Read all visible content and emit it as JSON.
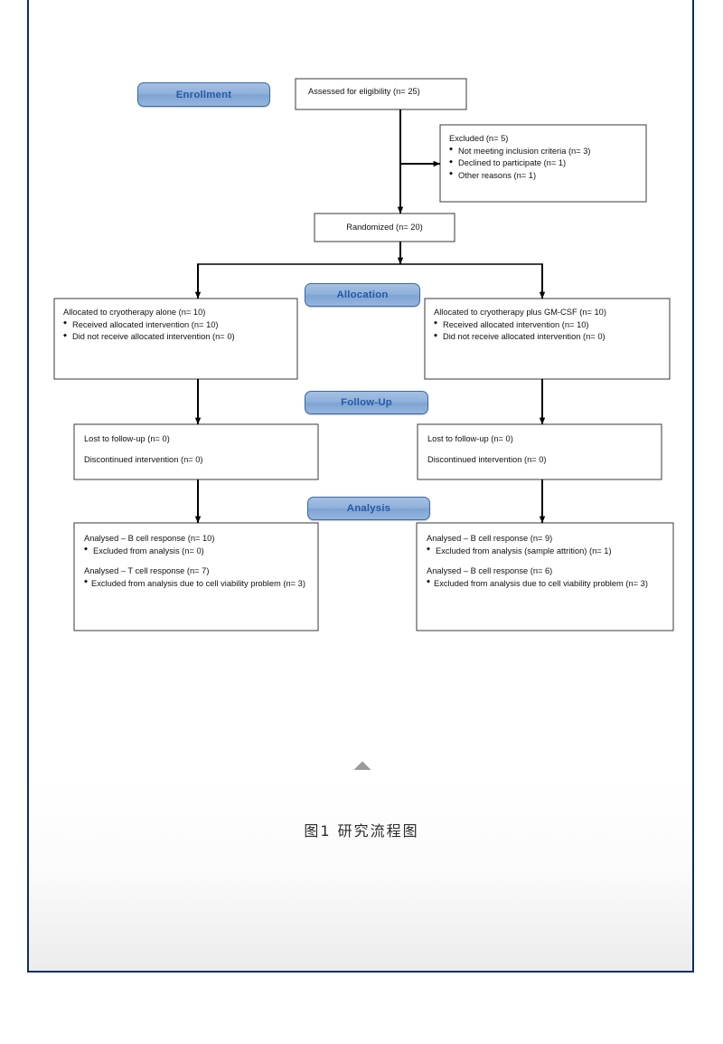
{
  "figure": {
    "caption": "图1 研究流程图",
    "collapse_marker": "triangle-up"
  },
  "theme": {
    "pill_fill": "#8fb0da",
    "pill_border": "#3a6aa8",
    "pill_text": "#255aa8",
    "box_border": "#4a4a4a",
    "connector": "#000000",
    "card_border": "#0d2d6b",
    "caption_color": "#2b2b2b",
    "marker_color": "#9a9a9a"
  },
  "stages": [
    {
      "id": "enrollment",
      "label": "Enrollment"
    },
    {
      "id": "allocation",
      "label": "Allocation"
    },
    {
      "id": "followup",
      "label": "Follow-Up"
    },
    {
      "id": "analysis",
      "label": "Analysis"
    }
  ],
  "nodes": {
    "assessed": {
      "heading": "Assessed for eligibility (n= 25)"
    },
    "excluded": {
      "heading": "Excluded (n= 5)",
      "bullets": [
        "Not meeting inclusion criteria (n= 3)",
        "Declined to participate (n= 1)",
        "Other reasons (n= 1)"
      ]
    },
    "randomized": {
      "heading": "Randomized (n= 20)"
    },
    "alloc_left": {
      "heading": "Allocated to cryotherapy alone (n= 10)",
      "bullets": [
        "Received allocated intervention (n= 10)",
        "Did not receive allocated intervention (n= 0)"
      ]
    },
    "alloc_right": {
      "heading": "Allocated to cryotherapy plus GM-CSF (n= 10)",
      "bullets": [
        "Received allocated intervention (n= 10)",
        "Did not receive allocated intervention (n= 0)"
      ]
    },
    "follow_left": {
      "line1": "Lost to follow-up (n= 0)",
      "line2": "Discontinued intervention (n= 0)"
    },
    "follow_right": {
      "line1": "Lost to follow-up (n= 0)",
      "line2": "Discontinued intervention (n= 0)"
    },
    "analysis_left": {
      "heading1": "Analysed – B cell response (n= 10)",
      "bullet1": "Excluded from analysis (n= 0)",
      "heading2": "Analysed – T cell response (n= 7)",
      "bullet2": "Excluded from analysis due to cell viability problem (n= 3)"
    },
    "analysis_right": {
      "heading1": "Analysed – B cell response (n= 9)",
      "bullet1": "Excluded from analysis (sample attrition) (n= 1)",
      "heading2": "Analysed – B cell response (n= 6)",
      "bullet2": "Excluded from analysis due to cell viability problem (n= 3)"
    }
  }
}
